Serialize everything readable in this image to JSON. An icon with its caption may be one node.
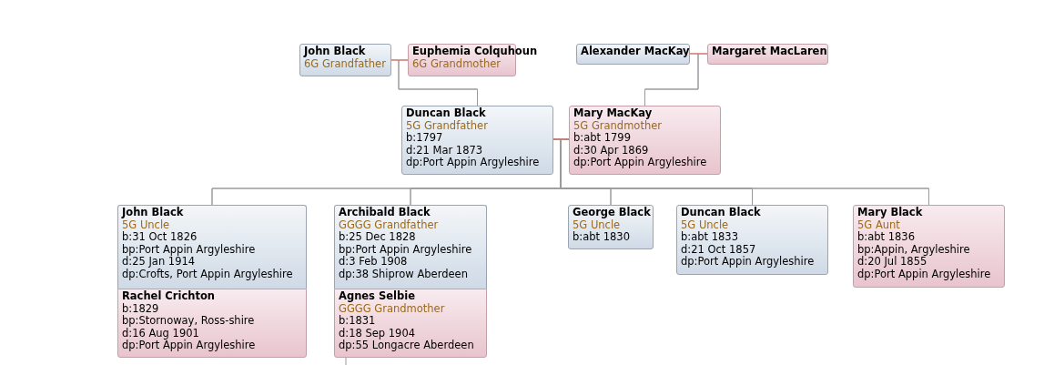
{
  "diagram": {
    "nodes": [
      {
        "text": [
          "John Black",
          "6G Grandfather"
        ]
      },
      {
        "text": [
          "Euphemia Colquhoun",
          "6G Grandmother"
        ]
      },
      {
        "text": [
          "Alexander MacKay"
        ]
      },
      {
        "text": [
          "Margaret MacLaren"
        ]
      },
      {
        "text": [
          "Duncan Black",
          "5G Grandfather",
          "b:1797",
          "d:21 Mar 1873",
          "dp:Port Appin Argyleshire"
        ]
      },
      {
        "text": [
          "Mary MacKay",
          "5G Grandmother",
          "b:abt 1799",
          "d:30 Apr 1869",
          "dp:Port Appin Argyleshire"
        ]
      },
      {
        "text": [
          "John Black",
          "5G Uncle",
          "b:31 Oct 1826",
          "bp:Port Appin Argyleshire",
          "d:25 Jan 1914",
          "dp:Crofts, Port Appin Argyleshire"
        ]
      },
      {
        "text": [
          "Rachel Crichton",
          "b:1829",
          "bp:Stornoway, Ross-shire",
          "d:16 Aug 1901",
          "dp:Port Appin Argyleshire"
        ]
      },
      {
        "text": [
          "Archibald Black",
          "GGGG Grandfather",
          "b:25 Dec 1828",
          "bp:Port Appin Argyleshire",
          "d:3 Feb 1908",
          "dp:38 Shiprow Aberdeen"
        ]
      },
      {
        "text": [
          "Agnes Selbie",
          "GGGG Grandmother",
          "b:1831",
          "d:18 Sep 1904",
          "dp:55 Longacre Aberdeen"
        ]
      },
      {
        "text": [
          "George Black",
          "5G Uncle",
          "b:abt 1830"
        ]
      },
      {
        "text": [
          "Duncan Black",
          "5G Uncle",
          "b:abt 1833",
          "d:21 Oct 1857",
          "dp:Port Appin Argyleshire"
        ]
      },
      {
        "text": [
          "Mary Black",
          "5G Aunt",
          "b:abt 1836",
          "bp:Appin, Argyleshire",
          "d:20 Jul 1855",
          "dp:Port Appin Argyleshire"
        ]
      }
    ],
    "edges": [
      {
        "from": 0,
        "to": 1,
        "arrow": "none",
        "color": "#e8655f"
      },
      {
        "from": 2,
        "to": 3,
        "arrow": "none",
        "color": "#e8655f"
      },
      {
        "from": 4,
        "to": 5,
        "arrow": "none",
        "color": "#e8655f"
      },
      {
        "from": 0,
        "to": 4,
        "arrow": "none"
      },
      {
        "from": 1,
        "to": 4,
        "arrow": "none"
      },
      {
        "from": 2,
        "to": 5,
        "arrow": "none"
      },
      {
        "from": 3,
        "to": 5,
        "arrow": "none"
      },
      {
        "from": 4,
        "to": 6,
        "arrow": "none"
      },
      {
        "from": 5,
        "to": 6,
        "arrow": "none"
      },
      {
        "from": 4,
        "to": 8,
        "arrow": "none"
      },
      {
        "from": 5,
        "to": 8,
        "arrow": "none"
      },
      {
        "from": 4,
        "to": 10,
        "arrow": "none"
      },
      {
        "from": 5,
        "to": 10,
        "arrow": "none"
      },
      {
        "from": 4,
        "to": 11,
        "arrow": "none"
      },
      {
        "from": 5,
        "to": 11,
        "arrow": "none"
      },
      {
        "from": 4,
        "to": 12,
        "arrow": "none"
      },
      {
        "from": 5,
        "to": 12,
        "arrow": "none"
      },
      {
        "from": 9,
        "to": null,
        "arrow": "none"
      }
    ]
  }
}
